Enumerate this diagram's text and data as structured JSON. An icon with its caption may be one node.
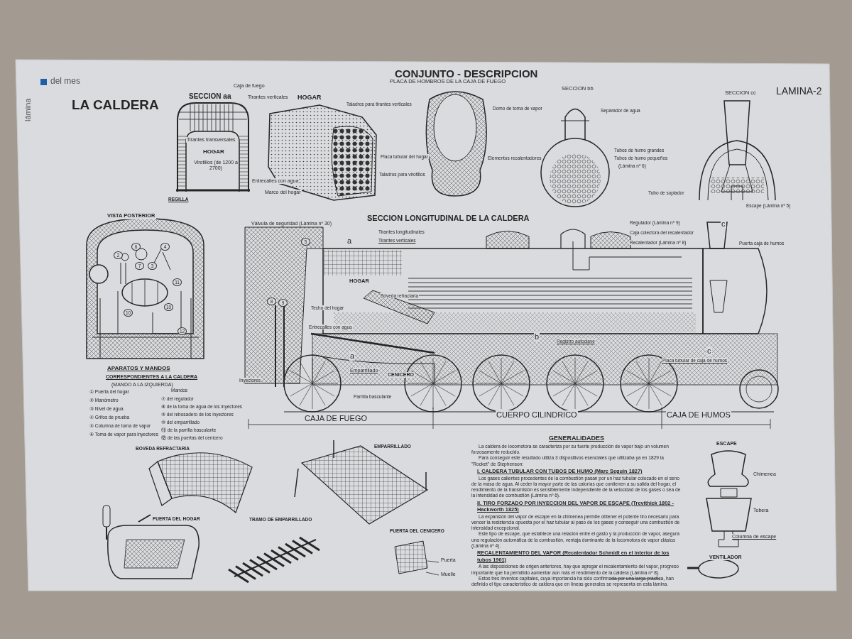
{
  "diagram": {
    "title": "CONJUNTO - DESCRIPCION",
    "labels": [
      "lámina",
      "del mes",
      "LA CALDERA",
      "LAMINA-2",
      "SECCION aa",
      "Caja de fuego",
      "Tirantes verticales",
      "Tirantes transversales",
      "HOGAR",
      "Virotillos (de 1200 a 2700)",
      "Entrecalles con agua",
      "REGILLA",
      "Marco del hogar",
      "HOGAR",
      "Taladros para tirantes verticales",
      "Placa tubular del hogar",
      "Taladros para virotillos",
      "PLACA DE HOMBROS DE LA CAJA DE FUEGO",
      "SECCION bb",
      "Domo de toma de vapor",
      "Separador de agua",
      "Elementos recalentadores",
      "Tubos de humo grandes",
      "Tubos de humo pequeños",
      "(Lámina nº 6)",
      "SECCION cc",
      "Tubo de soplador",
      "Escape (Lámina nº 5)",
      "VISTA POSTERIOR",
      "SECCION LONGITUDINAL DE LA CALDERA",
      "Válvula de seguridad (Lámina nº 30)",
      "a",
      "Tirantes longitudinales",
      "Tirantes verticales",
      "HOGAR",
      "Bóveda refractaria",
      "Techo del hogar",
      "Entrecalles con agua",
      "a",
      "Emparrillado",
      "CENICERO",
      "Inyectores",
      "Parrilla basculante",
      "Regulador (Lámina nº 9)",
      "Caja colectora del recalentador",
      "Recalentador (Lámina nº 8)",
      "Puerta caja de humos",
      "c",
      "b",
      "Registro autoclave",
      "c",
      "Placa tubular de caja de humos",
      "CAJA DE FUEGO",
      "CUERPO CILINDRICO",
      "CAJA DE HUMOS",
      "APARATOS Y MANDOS",
      "CORRESPONDIENTES A LA CALDERA",
      "(MANDO A LA IZQUIERDA)",
      "① Puerta del hogar",
      "② Manómetro",
      "③ Nivel de agua",
      "④ Grifos de prueba",
      "⑤ Columna de toma de vapor",
      "⑥ Toma de vapor para inyectores",
      "Mandos",
      "⑦ del regulador",
      "⑧ de la toma de agua de los inyectores",
      "⑨ del rebosadero de los inyectores",
      "⑩ del emparrillado",
      "⑪ de la parrilla basculante",
      "⑫ de las puertas del cenicero",
      "BOVEDA REFRACTARIA",
      "EMPARRILLADO",
      "PUERTA DEL HOGAR",
      "TRAMO DE EMPARRILLADO",
      "PUERTA DEL CENICERO",
      "Puerta",
      "Muelle",
      "GENERALIDADES",
      "La caldera de locomotora se caracteriza por su fuerte producción de vapor bajo un volumen forzosamente reducido.",
      "Para conseguir este resultado utiliza 3 dispositivos esenciales que utilizaba ya en 1829 la \"Rocket\" de Stephenson:",
      "I. CALDERA TUBULAR CON TUBOS DE HUMO (Marc Seguin 1827)",
      "Los gases calientes procedentes de la combustión pasan por un haz tubular colocado en el seno de la masa de agua. Al ceder la mayor parte de las calorías que contienen a su salida del hogar, el rendimiento de la transmisión es sensiblemente independiente de la velocidad de los gases o sea de la intensidad de combustión (Lámina nº 6).",
      "II. TIRO FORZADO POR INYECCION DEL VAPOR DE ESCAPE (Trevithick 1802 - Hackworth 1825)",
      "La expansión del vapor de escape en la chimenea permite obtener el potente tiro necesario para vencer la resistencia opuesta por el haz tubular al paso de los gases y conseguir una combustión de intensidad excepcional.",
      "Este tipo de escape, que establece una relación entre el gasto y la producción de vapor, asegura una regulación automática de la combustión, ventaja dominante de la locomotora de vapor clásica (Lámina nº 4).",
      "RECALENTAMIENTO DEL VAPOR (Recalentador Schmidt en el interior de los tubos 1901)",
      "A las disposiciones de origen anteriores, hay que agregar el recalentamiento del vapor, progreso importante que ha permitido aumentar aún más el rendimiento de la caldera (Lámina nº 8).",
      "Estos tres inventos capitales, cuya importancia ha sido confirmada por una larga práctica, han definido el tipo característico de caldera que en líneas generales se representa en esta lámina.",
      "ESCAPE",
      "Chimenea",
      "Tobera",
      "Columna de escape",
      "VENTILADOR",
      "6",
      "2",
      "7",
      "3",
      "4",
      "11",
      "10",
      "10",
      "12",
      "5",
      "8",
      "9"
    ]
  }
}
